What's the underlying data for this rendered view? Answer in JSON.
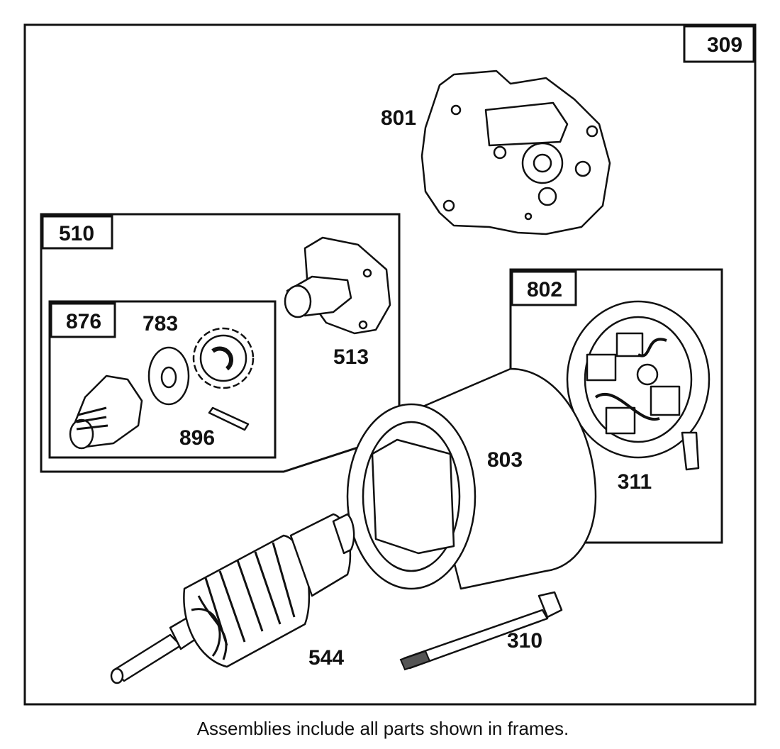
{
  "diagram": {
    "assembly_number": "309",
    "caption": "Assemblies include all parts shown in frames.",
    "frames": {
      "drive_assembly": "510",
      "clutch_assembly": "876",
      "brush_assembly": "802"
    },
    "parts": {
      "bracket": "801",
      "drive_housing": "513",
      "gear": "783",
      "key": "896",
      "housing": "803",
      "brush_plate": "311",
      "thru_bolt": "310",
      "armature": "544"
    }
  }
}
